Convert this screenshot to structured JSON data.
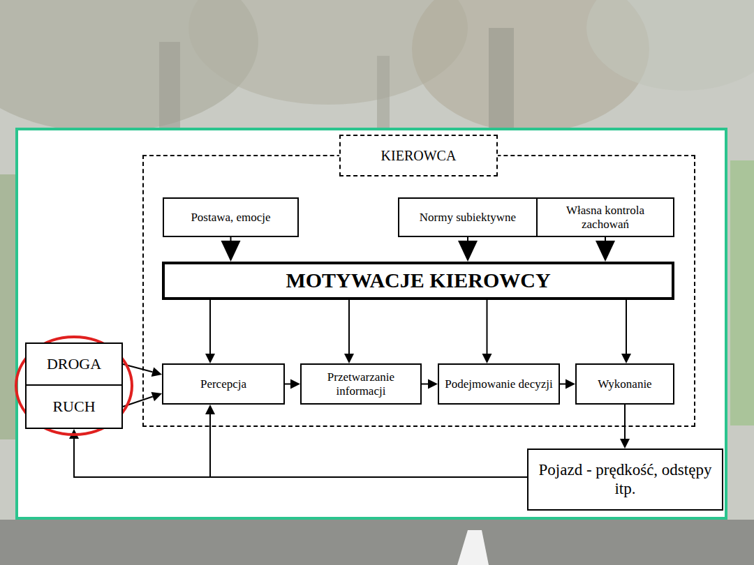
{
  "diagram": {
    "nodes": [
      {
        "text": [
          "KIEROWCA"
        ]
      },
      {
        "text": [
          "Postawa, emocje"
        ],
        "in": 0
      },
      {
        "text": [
          "Normy subiektywne"
        ],
        "in": 0
      },
      {
        "text": [
          "Własna kontrola zachowań"
        ],
        "in": 0
      },
      {
        "text": [
          "MOTYWACJE KIEROWCY"
        ],
        "in": 0
      },
      {
        "text": [
          "Percepcja"
        ],
        "in": 0
      },
      {
        "text": [
          "Przetwarzanie informacji"
        ],
        "in": 0
      },
      {
        "text": [
          "Podejmowanie decyzji"
        ],
        "in": 0
      },
      {
        "text": [
          "Wykonanie"
        ],
        "in": 0
      },
      {
        "text": [
          "DROGA"
        ]
      },
      {
        "text": [
          "RUCH"
        ]
      },
      {
        "text": [
          "Pojazd - prędkość, odstępy itp."
        ]
      }
    ],
    "edges": [
      {
        "from": 1,
        "to": 4,
        "arrow": "to"
      },
      {
        "from": 2,
        "to": 4,
        "arrow": "to"
      },
      {
        "from": 3,
        "to": 4,
        "arrow": "to"
      },
      {
        "from": 4,
        "to": 5,
        "arrow": "to"
      },
      {
        "from": 4,
        "to": 6,
        "arrow": "to"
      },
      {
        "from": 4,
        "to": 7,
        "arrow": "to"
      },
      {
        "from": 4,
        "to": 8,
        "arrow": "to"
      },
      {
        "from": 9,
        "to": 5,
        "arrow": "to"
      },
      {
        "from": 10,
        "to": 5,
        "arrow": "to"
      },
      {
        "from": 5,
        "to": 6,
        "arrow": "to"
      },
      {
        "from": 6,
        "to": 7,
        "arrow": "to"
      },
      {
        "from": 7,
        "to": 8,
        "arrow": "to"
      },
      {
        "from": 8,
        "to": 11,
        "arrow": "to"
      },
      {
        "from": 11,
        "to": 10,
        "arrow": "to"
      },
      {
        "from": 11,
        "to": 5,
        "arrow": "to"
      }
    ]
  }
}
